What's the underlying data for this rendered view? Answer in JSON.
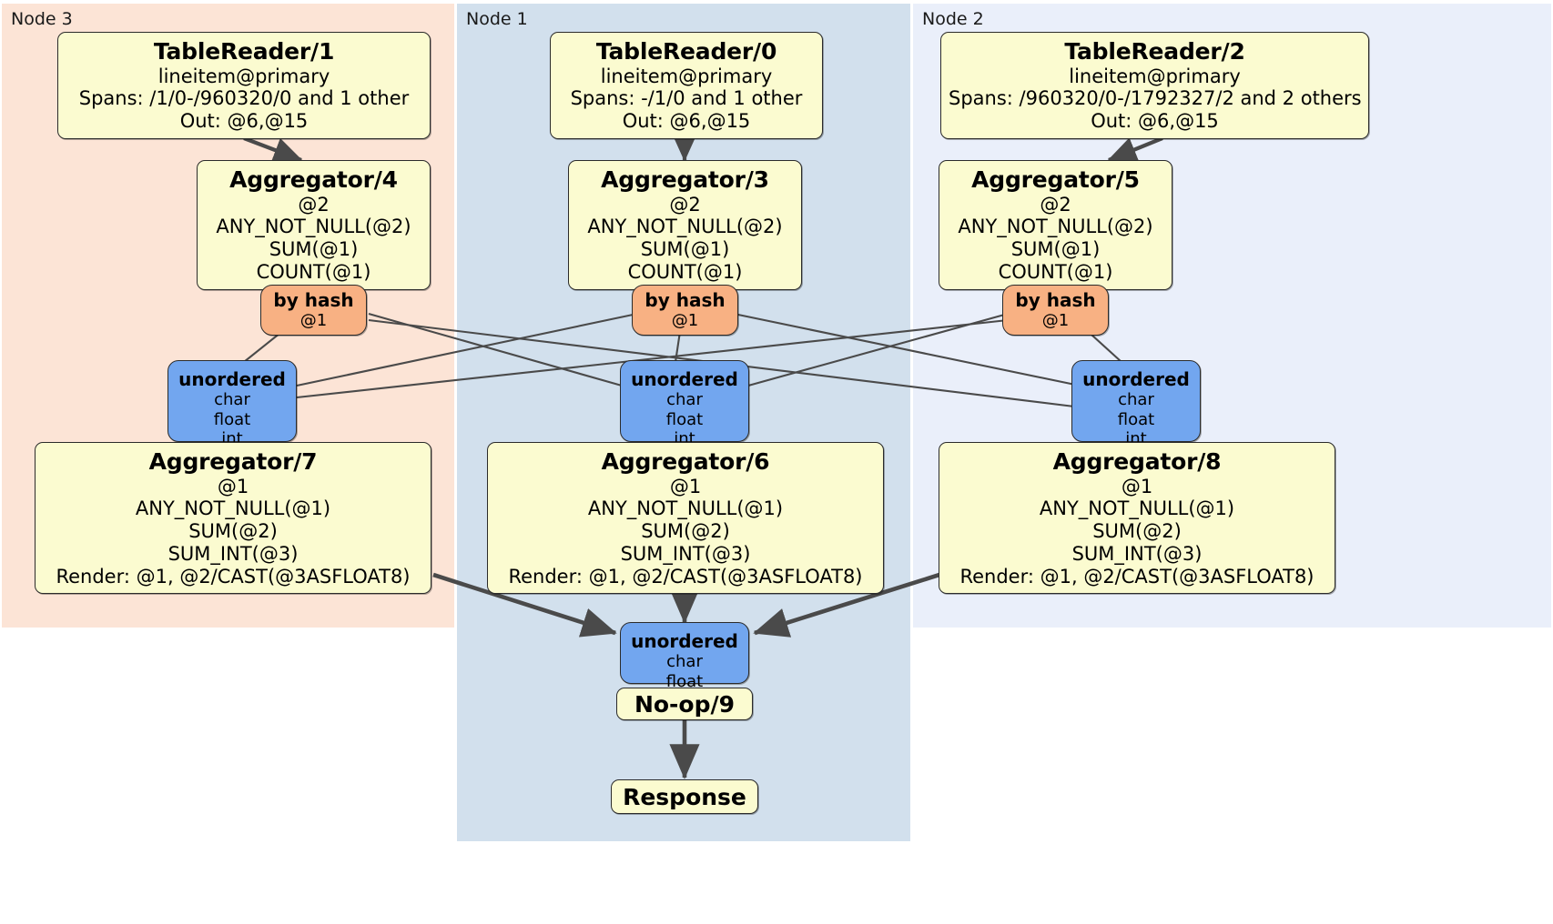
{
  "diagram": {
    "type": "distributed-query-plan",
    "colors": {
      "node3_bg": "#fce4d6",
      "node1_bg": "#d2e0ed",
      "node2_bg": "#eaeffa",
      "processor_fill": "#fbfbd0",
      "hash_router_fill": "#f8b183",
      "unordered_router_fill": "#72a6ef",
      "edge_stroke": "#4a4a4a",
      "border": "#2b2b2b"
    },
    "regions": [
      {
        "id": "node3",
        "label": "Node 3"
      },
      {
        "id": "node1",
        "label": "Node 1"
      },
      {
        "id": "node2",
        "label": "Node 2"
      }
    ],
    "table_readers": [
      {
        "id": "tr1",
        "title": "TableReader/1",
        "table": "lineitem@primary",
        "spans": "Spans: /1/0-/960320/0 and 1 other",
        "out": "Out: @6,@15"
      },
      {
        "id": "tr0",
        "title": "TableReader/0",
        "table": "lineitem@primary",
        "spans": "Spans: -/1/0 and 1 other",
        "out": "Out: @6,@15"
      },
      {
        "id": "tr2",
        "title": "TableReader/2",
        "table": "lineitem@primary",
        "spans": "Spans: /960320/0-/1792327/2 and 2 others",
        "out": "Out: @6,@15"
      }
    ],
    "stage1_aggregators": [
      {
        "id": "agg4",
        "title": "Aggregator/4",
        "group": "@2",
        "f1": "ANY_NOT_NULL(@2)",
        "f2": "SUM(@1)",
        "f3": "COUNT(@1)"
      },
      {
        "id": "agg3",
        "title": "Aggregator/3",
        "group": "@2",
        "f1": "ANY_NOT_NULL(@2)",
        "f2": "SUM(@1)",
        "f3": "COUNT(@1)"
      },
      {
        "id": "agg5",
        "title": "Aggregator/5",
        "group": "@2",
        "f1": "ANY_NOT_NULL(@2)",
        "f2": "SUM(@1)",
        "f3": "COUNT(@1)"
      }
    ],
    "hash_routers": [
      {
        "id": "hash4",
        "title": "by hash",
        "column": "@1"
      },
      {
        "id": "hash3",
        "title": "by hash",
        "column": "@1"
      },
      {
        "id": "hash5",
        "title": "by hash",
        "column": "@1"
      }
    ],
    "unordered_inputs": [
      {
        "id": "un7",
        "title": "unordered",
        "t1": "char",
        "t2": "float",
        "t3": "int"
      },
      {
        "id": "un6",
        "title": "unordered",
        "t1": "char",
        "t2": "float",
        "t3": "int"
      },
      {
        "id": "un8",
        "title": "unordered",
        "t1": "char",
        "t2": "float",
        "t3": "int"
      }
    ],
    "stage2_aggregators": [
      {
        "id": "agg7",
        "title": "Aggregator/7",
        "group": "@1",
        "f1": "ANY_NOT_NULL(@1)",
        "f2": "SUM(@2)",
        "f3": "SUM_INT(@3)",
        "render": "Render: @1, @2/CAST(@3ASFLOAT8)"
      },
      {
        "id": "agg6",
        "title": "Aggregator/6",
        "group": "@1",
        "f1": "ANY_NOT_NULL(@1)",
        "f2": "SUM(@2)",
        "f3": "SUM_INT(@3)",
        "render": "Render: @1, @2/CAST(@3ASFLOAT8)"
      },
      {
        "id": "agg8",
        "title": "Aggregator/8",
        "group": "@1",
        "f1": "ANY_NOT_NULL(@1)",
        "f2": "SUM(@2)",
        "f3": "SUM_INT(@3)",
        "render": "Render: @1, @2/CAST(@3ASFLOAT8)"
      }
    ],
    "final_unordered": {
      "id": "un9",
      "title": "unordered",
      "t1": "char",
      "t2": "float"
    },
    "noop": {
      "id": "noop9",
      "label": "No-op/9"
    },
    "response": {
      "id": "response",
      "label": "Response"
    }
  }
}
